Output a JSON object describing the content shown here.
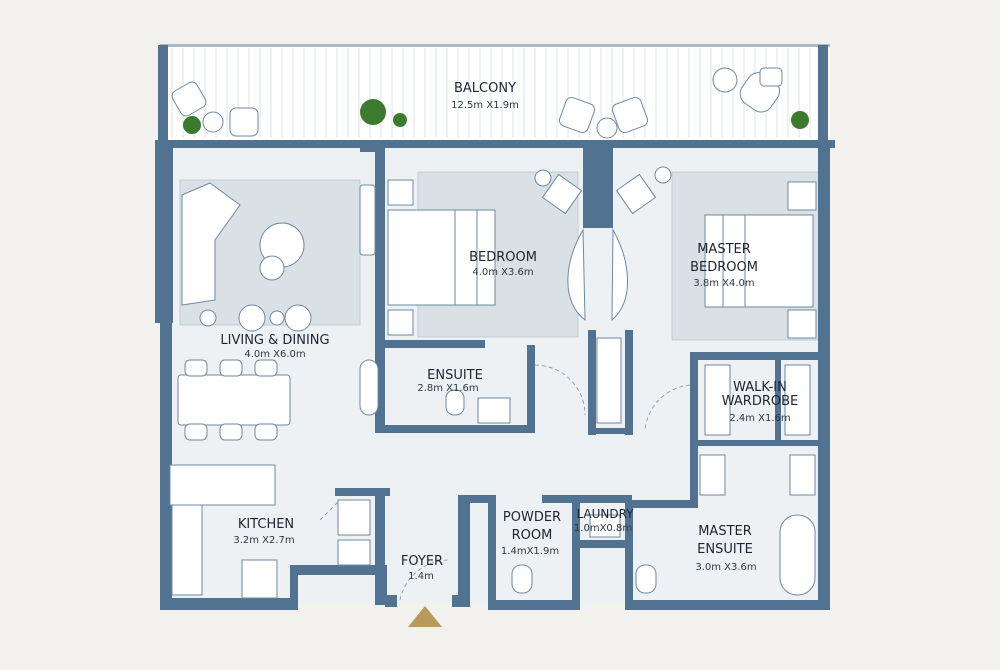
{
  "rooms": {
    "balcony": {
      "name": "BALCONY",
      "size": "12.5m X1.9m"
    },
    "bedroom": {
      "name": "BEDROOM",
      "size": "4.0m X3.6m"
    },
    "master_bedroom": {
      "name_line1": "MASTER",
      "name_line2": "BEDROOM",
      "size": "3.8m X4.0m"
    },
    "living_dining": {
      "name": "LIVING & DINING",
      "size": "4.0m X6.0m"
    },
    "ensuite": {
      "name": "ENSUITE",
      "size": "2.8m X1.6m"
    },
    "walk_in_wardrobe": {
      "name_line1": "WALK-IN",
      "name_line2": "WARDROBE",
      "size": "2.4m X1.6m"
    },
    "kitchen": {
      "name": "KITCHEN",
      "size": "3.2m X2.7m"
    },
    "powder_room": {
      "name_line1": "POWDER",
      "name_line2": "ROOM",
      "size": "1.4mX1.9m"
    },
    "laundry": {
      "name": "LAUNDRY",
      "size": "1.0mX0.8m"
    },
    "foyer": {
      "name": "FOYER",
      "size": "1.4m"
    },
    "master_ensuite": {
      "name_line1": "MASTER",
      "name_line2": "ENSUITE",
      "size": "3.0m X3.6m"
    }
  },
  "colors": {
    "wall": "#517391",
    "floor": "#edf1f3",
    "entrance_marker": "#b89a5a"
  },
  "icons": {
    "entrance": "entrance-arrow-icon"
  }
}
